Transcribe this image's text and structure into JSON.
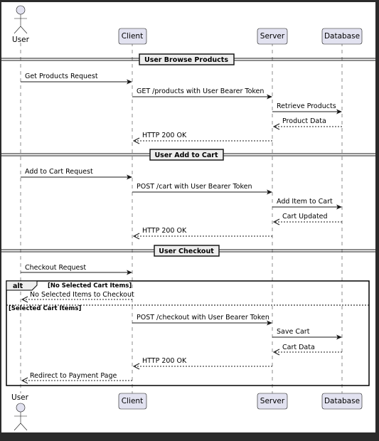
{
  "participants": [
    {
      "id": "user",
      "label": "User",
      "kind": "actor"
    },
    {
      "id": "client",
      "label": "Client",
      "kind": "participant"
    },
    {
      "id": "server",
      "label": "Server",
      "kind": "participant"
    },
    {
      "id": "database",
      "label": "Database",
      "kind": "participant"
    }
  ],
  "dividers": [
    "User Browse Products",
    "User Add to Cart",
    "User Checkout"
  ],
  "messages": [
    {
      "text": "Get Products Request",
      "from": "user",
      "to": "client",
      "style": "solid"
    },
    {
      "text": "GET /products with User Bearer Token",
      "from": "client",
      "to": "server",
      "style": "solid"
    },
    {
      "text": "Retrieve Products",
      "from": "server",
      "to": "database",
      "style": "solid"
    },
    {
      "text": "Product Data",
      "from": "database",
      "to": "server",
      "style": "dashed"
    },
    {
      "text": "HTTP 200 OK",
      "from": "server",
      "to": "client",
      "style": "dashed"
    },
    {
      "text": "Add to Cart Request",
      "from": "user",
      "to": "client",
      "style": "solid"
    },
    {
      "text": "POST /cart with User Bearer Token",
      "from": "client",
      "to": "server",
      "style": "solid"
    },
    {
      "text": "Add Item to Cart",
      "from": "server",
      "to": "database",
      "style": "solid"
    },
    {
      "text": "Cart Updated",
      "from": "database",
      "to": "server",
      "style": "dashed"
    },
    {
      "text": "HTTP 200 OK",
      "from": "server",
      "to": "client",
      "style": "dashed"
    },
    {
      "text": "Checkout Request",
      "from": "user",
      "to": "client",
      "style": "solid"
    },
    {
      "text": "No Selected Items to Checkout",
      "from": "client",
      "to": "user",
      "style": "dashed"
    },
    {
      "text": "POST /checkout with User Bearer Token",
      "from": "client",
      "to": "server",
      "style": "solid"
    },
    {
      "text": "Save Cart",
      "from": "server",
      "to": "database",
      "style": "solid"
    },
    {
      "text": "Cart Data",
      "from": "database",
      "to": "server",
      "style": "dashed"
    },
    {
      "text": "HTTP 200 OK",
      "from": "server",
      "to": "client",
      "style": "dashed"
    },
    {
      "text": "Redirect to Payment Page",
      "from": "client",
      "to": "user",
      "style": "dashed"
    }
  ],
  "alt_fragment": {
    "keyword": "alt",
    "guard_1": "[No Selected Cart Items]",
    "guard_2": "[Selected Cart Items]"
  }
}
